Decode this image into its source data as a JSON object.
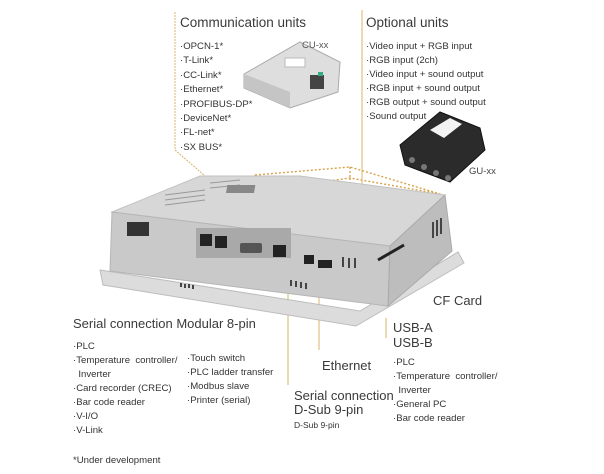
{
  "communication_units": {
    "title": "Communication units",
    "model": "CU-xx",
    "items": [
      "·OPCN-1*",
      "·T-Link*",
      "·CC-Link*",
      "·Ethernet*",
      "·PROFIBUS-DP*",
      "·DeviceNet*",
      "·FL-net*",
      "·SX BUS*"
    ]
  },
  "optional_units": {
    "title": "Optional units",
    "model": "GU-xx",
    "items": [
      "·Video input + RGB input",
      "·RGB input (2ch)",
      "·Video input + sound output",
      "·RGB input + sound output",
      "·RGB output + sound output",
      "·Sound output"
    ]
  },
  "serial_modular": {
    "title": "Serial connection Modular 8-pin",
    "col1": [
      "·PLC",
      "·Temperature  controller/",
      "  Inverter",
      "·Card recorder (CREC)",
      "·Bar code reader",
      "·V-I/O",
      "·V-Link"
    ],
    "col2": [
      "·Touch switch",
      "·PLC ladder transfer",
      "·Modbus slave",
      "·Printer (serial)"
    ]
  },
  "cf_card": "CF Card",
  "usb_a": "USB-A",
  "usb_b": "USB-B",
  "ethernet": "Ethernet",
  "serial_dsub": {
    "title1": "Serial connection",
    "title2": "D-Sub 9-pin",
    "sub": "D-Sub 9-pin"
  },
  "usb_list": [
    "·PLC",
    "·Temperature  controller/",
    "  Inverter",
    "·General PC",
    "·Bar code reader"
  ],
  "footnote": "*Under development",
  "colors": {
    "leader": "#d8a24a",
    "device": "#cfcfcf"
  }
}
